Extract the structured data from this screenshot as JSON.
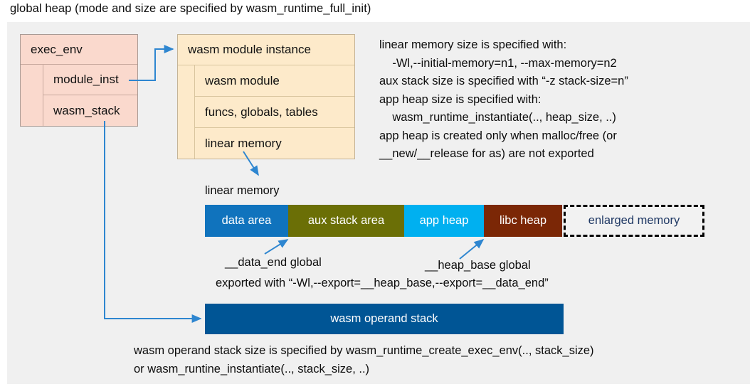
{
  "title": "global heap (mode and size are specified by wasm_runtime_full_init)",
  "colors": {
    "panel_bg": "#f0f0f0",
    "exec_env_fill": "#fad9cd",
    "module_inst_fill": "#fdeaca",
    "connector": "#2e86d0",
    "data_area": "#1073bd",
    "aux_stack_area": "#6b6f06",
    "app_heap": "#00b0f0",
    "libc_heap": "#7b2706",
    "enlarged_memory_text": "#1f3864",
    "operand_stack": "#005595"
  },
  "exec_env": {
    "header": "exec_env",
    "fields": [
      {
        "label": "module_inst"
      },
      {
        "label": "wasm_stack"
      }
    ]
  },
  "module_instance": {
    "header": "wasm module instance",
    "fields": [
      {
        "label": "wasm module"
      },
      {
        "label": "funcs, globals, tables"
      },
      {
        "label": "linear memory"
      }
    ]
  },
  "notes": {
    "right_block": "linear memory size is specified with:\n    -Wl,--initial-memory=n1, --max-memory=n2\naux stack size is specified with “-z stack-size=n”\napp heap size is specified with:\n    wasm_runtime_instantiate(.., heap_size, ..)\napp heap is created only when malloc/free (or\n__new/__release for as) are not exported",
    "bottom_block": "wasm operand stack size is specified by wasm_runtime_create_exec_env(.., stack_size)\nor wasm_runtine_instantiate(.., stack_size, ..)"
  },
  "linear_memory": {
    "caption": "linear memory",
    "segments": [
      {
        "label": "data area",
        "width": 117,
        "fill": "#1073bd",
        "dashed": false
      },
      {
        "label": "aux stack area",
        "width": 163,
        "fill": "#6b6f06",
        "dashed": false
      },
      {
        "label": "app heap",
        "width": 112,
        "fill": "#00b0f0",
        "dashed": false
      },
      {
        "label": "libc heap",
        "width": 110,
        "fill": "#7b2706",
        "dashed": false
      },
      {
        "label": "enlarged memory",
        "width": 198,
        "fill": "#f2f2f2",
        "dashed": true
      }
    ]
  },
  "annotations": {
    "data_end": "__data_end global",
    "heap_base": "__heap_base global",
    "exported_with": "exported with “-Wl,--export=__heap_base,--export=__data_end”"
  },
  "operand_stack": {
    "label": "wasm operand stack"
  }
}
